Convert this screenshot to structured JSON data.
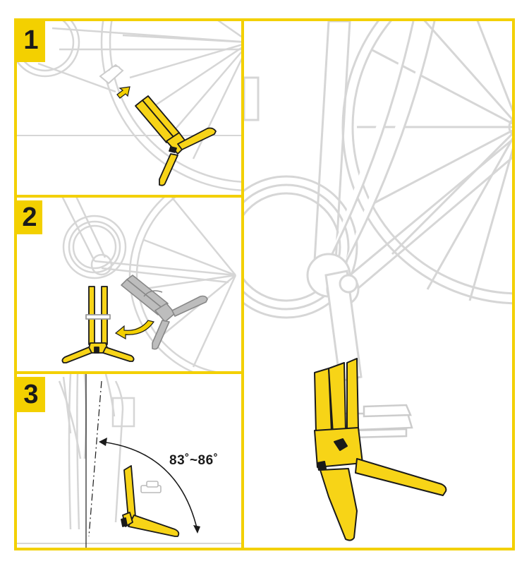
{
  "steps": [
    {
      "number": "1"
    },
    {
      "number": "2"
    },
    {
      "number": "3"
    }
  ],
  "angle_label": "83˚~86˚",
  "colors": {
    "accent": "#f3d000",
    "stand": "#f7d417",
    "stand_shadow": "#c9a600",
    "bike_line": "#d6d6d6",
    "ink": "#1a1a1a",
    "ghost_stand": "#a8a8a8"
  }
}
